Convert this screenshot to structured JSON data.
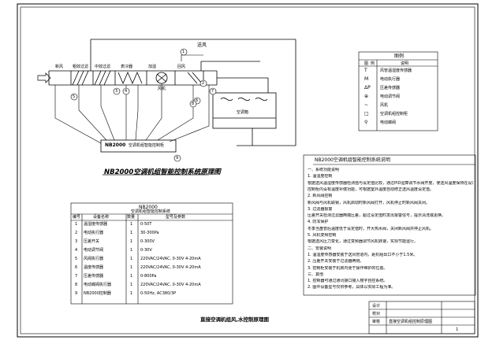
{
  "drawing": {
    "main_title": "NB2000空调机组智能控制系统原理图",
    "controller_label": "NB2000",
    "controller_sub": "空调机组智能控制柜",
    "footer_title": "直接空调机组风,水控制原理图",
    "air_label": "送风",
    "new_air": "新风",
    "return_air": "回风",
    "cold_room_label": "空调箱"
  },
  "filter_labels": [
    "粗效过滤",
    "中效过滤",
    "表冷器",
    "加湿",
    "风机"
  ],
  "numbers": [
    "1",
    "2",
    "3",
    "4",
    "5",
    "6",
    "7",
    "8",
    "9"
  ],
  "legend": {
    "title": "图例",
    "headers": [
      "图",
      "例",
      "说明"
    ],
    "rows": [
      {
        "symbol": "T",
        "desc": "风管温湿度传感器"
      },
      {
        "symbol": "M",
        "desc": "电动执行器"
      },
      {
        "symbol": "ΔP",
        "desc": "压差传感器"
      },
      {
        "symbol": "⊕",
        "desc": "电动调节阀"
      },
      {
        "symbol": "~",
        "desc": "风机"
      },
      {
        "symbol": "□",
        "desc": "空调机组控制柜"
      },
      {
        "symbol": "⚲",
        "desc": "电动蝶阀"
      }
    ]
  },
  "device_table": {
    "title": "NB2000",
    "subtitle": "空调机组智能控制系统",
    "headers": [
      "编号",
      "设备名称",
      "数量",
      "型号及参数"
    ],
    "rows": [
      {
        "no": "1",
        "name": "温湿度传感器",
        "qty": "1",
        "spec": "0-50T"
      },
      {
        "no": "2",
        "name": "电动执行器",
        "qty": "1",
        "spec": "30-300Pa"
      },
      {
        "no": "3",
        "name": "压差开关",
        "qty": "1",
        "spec": "0-300V"
      },
      {
        "no": "4",
        "name": "电动调节阀",
        "qty": "1",
        "spec": "0-30V"
      },
      {
        "no": "5",
        "name": "风阀执行器",
        "qty": "1",
        "spec": "220VAC/24VAC, 0-30V 4-20mA"
      },
      {
        "no": "6",
        "name": "温度传感器",
        "qty": "1",
        "spec": "220VAC/24VAC, 0-30V 4-20mA"
      },
      {
        "no": "7",
        "name": "压差传感器",
        "qty": "1",
        "spec": "0-800Pa"
      },
      {
        "no": "8",
        "name": "电动蝶阀执行器",
        "qty": "1",
        "spec": "220VAC/24VAC, 0-30V 4-20mA"
      },
      {
        "no": "9",
        "name": "NB2000控制器",
        "qty": "1",
        "spec": "0-50Hz, AC380/3P"
      }
    ]
  },
  "notes": {
    "title": "NB2000空调机组智能控制系统说明",
    "lines": [
      "一、系统功能说明",
      "1. 温湿度控制",
      "   根据送风温湿度传感器检测值与设定值比较，通过PID运算调节水阀开度，使送风温度保持在设定范围内。",
      "   控制柜内设有温度补偿功能，可根据室外温度自动修正送风温度设定值。",
      "2. 新风阀控制",
      "   新风阀与风机联锁，风机启动时新风阀打开，风机停止时新风阀关闭。",
      "3. 过滤器报警",
      "   压差开关检测过滤器两端压差，超过设定值时发出报警信号，提示清洗或更换。",
      "4. 防冻保护",
      "   冬季当盘管后温度低于设定值时，开大热水阀，关闭新风阀并停止风机。",
      "5. 风机变频控制",
      "   根据送风压力变化，通过变频器调节风机转速，实现节能运行。",
      "二、安装说明",
      "1. 温湿度传感器安装于送风管道内，距机组出口不小于1.5米。",
      "2. 压差开关安装于过滤器两侧。",
      "3. 控制柜安装于机房内便于操作维护的位置。",
      "三、其他",
      "1. 控制器可通过通讯接口接入楼宇自控系统。",
      "2. 图中设备型号仅供参考，具体以实际工程为准。"
    ]
  },
  "title_block": {
    "rows": [
      "设计",
      "校对",
      "审核"
    ],
    "project": "直接空调机组控制原理图",
    "sheet": "1"
  }
}
